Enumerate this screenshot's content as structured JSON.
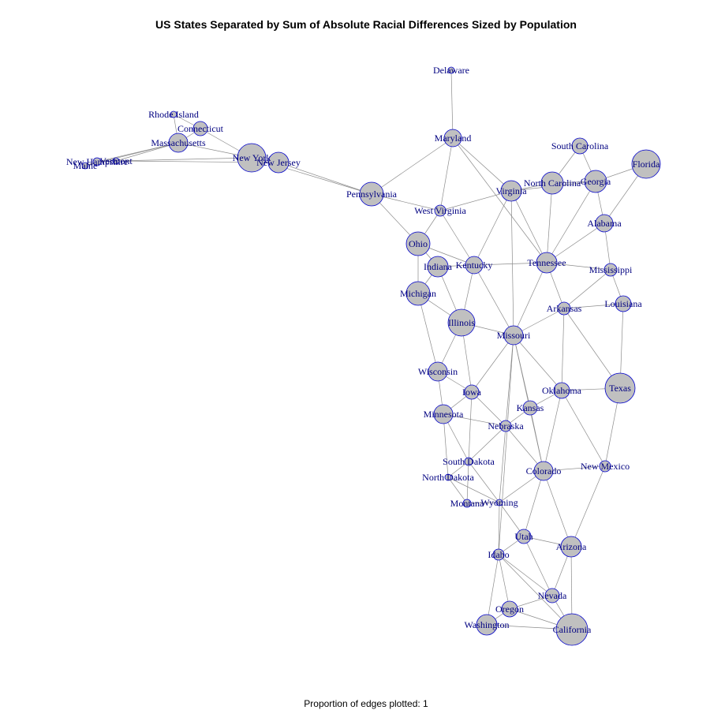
{
  "title": "US States Separated by Sum of Absolute Racial Differences Sized by Population",
  "footer": "Proportion of edges plotted:  1",
  "colors": {
    "node_fill": "#c0c0c0",
    "node_stroke": "#0000cc",
    "label": "#000080",
    "edge": "#8c8c8c"
  },
  "nodes": [
    {
      "id": "Delaware",
      "label": "Delaware"
    },
    {
      "id": "Rhode Island",
      "label": "Rhode Island"
    },
    {
      "id": "Connecticut",
      "label": "Connecticut"
    },
    {
      "id": "Massachusetts",
      "label": "Massachusetts"
    },
    {
      "id": "Maine",
      "label": "Maine"
    },
    {
      "id": "New Hampshire",
      "label": "New Hampshire"
    },
    {
      "id": "Vermont",
      "label": "Vermont"
    },
    {
      "id": "New York",
      "label": "New York"
    },
    {
      "id": "New Jersey",
      "label": "New Jersey"
    },
    {
      "id": "Pennsylvania",
      "label": "Pennsylvania"
    },
    {
      "id": "Maryland",
      "label": "Maryland"
    },
    {
      "id": "West Virginia",
      "label": "West Virginia"
    },
    {
      "id": "Virginia",
      "label": "Virginia"
    },
    {
      "id": "Ohio",
      "label": "Ohio"
    },
    {
      "id": "Indiana",
      "label": "Indiana"
    },
    {
      "id": "Kentucky",
      "label": "Kentucky"
    },
    {
      "id": "Michigan",
      "label": "Michigan"
    },
    {
      "id": "Illinois",
      "label": "Illinois"
    },
    {
      "id": "South Carolina",
      "label": "South Carolina"
    },
    {
      "id": "North Carolina",
      "label": "North Carolina"
    },
    {
      "id": "Georgia",
      "label": "Georgia"
    },
    {
      "id": "Florida",
      "label": "Florida"
    },
    {
      "id": "Alabama",
      "label": "Alabama"
    },
    {
      "id": "Tennessee",
      "label": "Tennessee"
    },
    {
      "id": "Mississippi",
      "label": "Mississippi"
    },
    {
      "id": "Arkansas",
      "label": "Arkansas"
    },
    {
      "id": "Louisiana",
      "label": "Louisiana"
    },
    {
      "id": "Missouri",
      "label": "Missouri"
    },
    {
      "id": "Texas",
      "label": "Texas"
    },
    {
      "id": "Wisconsin",
      "label": "Wisconsin"
    },
    {
      "id": "Iowa",
      "label": "Iowa"
    },
    {
      "id": "Oklahoma",
      "label": "Oklahoma"
    },
    {
      "id": "Minnesota",
      "label": "Minnesota"
    },
    {
      "id": "Kansas",
      "label": "Kansas"
    },
    {
      "id": "Nebraska",
      "label": "Nebraska"
    },
    {
      "id": "South Dakota",
      "label": "South Dakota"
    },
    {
      "id": "North Dakota",
      "label": "North Dakota"
    },
    {
      "id": "Colorado",
      "label": "Colorado"
    },
    {
      "id": "New Mexico",
      "label": "New Mexico"
    },
    {
      "id": "Montana",
      "label": "Montana"
    },
    {
      "id": "Wyoming",
      "label": "Wyoming"
    },
    {
      "id": "Utah",
      "label": "Utah"
    },
    {
      "id": "Idaho",
      "label": "Idaho"
    },
    {
      "id": "Arizona",
      "label": "Arizona"
    },
    {
      "id": "Nevada",
      "label": "Nevada"
    },
    {
      "id": "Oregon",
      "label": "Oregon"
    },
    {
      "id": "Washington",
      "label": "Washington"
    },
    {
      "id": "California",
      "label": "California"
    }
  ],
  "edges": [
    [
      "Delaware",
      "Maryland"
    ],
    [
      "Rhode Island",
      "Massachusetts"
    ],
    [
      "Rhode Island",
      "Connecticut"
    ],
    [
      "Connecticut",
      "Massachusetts"
    ],
    [
      "Connecticut",
      "New York"
    ],
    [
      "Massachusetts",
      "Vermont"
    ],
    [
      "Massachusetts",
      "New Hampshire"
    ],
    [
      "Massachusetts",
      "Maine"
    ],
    [
      "Massachusetts",
      "New York"
    ],
    [
      "Maine",
      "New Hampshire"
    ],
    [
      "New Hampshire",
      "Vermont"
    ],
    [
      "Vermont",
      "New York"
    ],
    [
      "Vermont",
      "New Jersey"
    ],
    [
      "New York",
      "New Jersey"
    ],
    [
      "New York",
      "Pennsylvania"
    ],
    [
      "New Jersey",
      "Pennsylvania"
    ],
    [
      "Pennsylvania",
      "Maryland"
    ],
    [
      "Pennsylvania",
      "West Virginia"
    ],
    [
      "Pennsylvania",
      "Ohio"
    ],
    [
      "Maryland",
      "West Virginia"
    ],
    [
      "Maryland",
      "Virginia"
    ],
    [
      "Maryland",
      "Tennessee"
    ],
    [
      "West Virginia",
      "Virginia"
    ],
    [
      "West Virginia",
      "Ohio"
    ],
    [
      "West Virginia",
      "Kentucky"
    ],
    [
      "Virginia",
      "North Carolina"
    ],
    [
      "Virginia",
      "Tennessee"
    ],
    [
      "Virginia",
      "Kentucky"
    ],
    [
      "Virginia",
      "Georgia"
    ],
    [
      "Virginia",
      "Missouri"
    ],
    [
      "Ohio",
      "Indiana"
    ],
    [
      "Ohio",
      "Michigan"
    ],
    [
      "Ohio",
      "Kentucky"
    ],
    [
      "Indiana",
      "Kentucky"
    ],
    [
      "Indiana",
      "Michigan"
    ],
    [
      "Indiana",
      "Illinois"
    ],
    [
      "Kentucky",
      "Tennessee"
    ],
    [
      "Kentucky",
      "Illinois"
    ],
    [
      "Kentucky",
      "Missouri"
    ],
    [
      "Michigan",
      "Illinois"
    ],
    [
      "Michigan",
      "Wisconsin"
    ],
    [
      "South Carolina",
      "North Carolina"
    ],
    [
      "South Carolina",
      "Georgia"
    ],
    [
      "North Carolina",
      "Georgia"
    ],
    [
      "North Carolina",
      "Tennessee"
    ],
    [
      "Georgia",
      "Florida"
    ],
    [
      "Georgia",
      "Alabama"
    ],
    [
      "Georgia",
      "Tennessee"
    ],
    [
      "Florida",
      "Alabama"
    ],
    [
      "Alabama",
      "Mississippi"
    ],
    [
      "Alabama",
      "Tennessee"
    ],
    [
      "Tennessee",
      "Mississippi"
    ],
    [
      "Tennessee",
      "Arkansas"
    ],
    [
      "Tennessee",
      "Missouri"
    ],
    [
      "Mississippi",
      "Arkansas"
    ],
    [
      "Mississippi",
      "Louisiana"
    ],
    [
      "Arkansas",
      "Louisiana"
    ],
    [
      "Arkansas",
      "Missouri"
    ],
    [
      "Arkansas",
      "Oklahoma"
    ],
    [
      "Arkansas",
      "Texas"
    ],
    [
      "Louisiana",
      "Texas"
    ],
    [
      "Illinois",
      "Missouri"
    ],
    [
      "Illinois",
      "Wisconsin"
    ],
    [
      "Illinois",
      "Iowa"
    ],
    [
      "Missouri",
      "Iowa"
    ],
    [
      "Missouri",
      "Oklahoma"
    ],
    [
      "Missouri",
      "Kansas"
    ],
    [
      "Missouri",
      "Nebraska"
    ],
    [
      "Missouri",
      "Colorado"
    ],
    [
      "Missouri",
      "Idaho"
    ],
    [
      "Wisconsin",
      "Iowa"
    ],
    [
      "Wisconsin",
      "Minnesota"
    ],
    [
      "Iowa",
      "Minnesota"
    ],
    [
      "Iowa",
      "Nebraska"
    ],
    [
      "Iowa",
      "South Dakota"
    ],
    [
      "Oklahoma",
      "Kansas"
    ],
    [
      "Oklahoma",
      "Texas"
    ],
    [
      "Oklahoma",
      "New Mexico"
    ],
    [
      "Oklahoma",
      "Colorado"
    ],
    [
      "Kansas",
      "Nebraska"
    ],
    [
      "Kansas",
      "Colorado"
    ],
    [
      "Minnesota",
      "Nebraska"
    ],
    [
      "Minnesota",
      "South Dakota"
    ],
    [
      "Minnesota",
      "North Dakota"
    ],
    [
      "Nebraska",
      "South Dakota"
    ],
    [
      "Nebraska",
      "Colorado"
    ],
    [
      "Nebraska",
      "Wyoming"
    ],
    [
      "South Dakota",
      "North Dakota"
    ],
    [
      "South Dakota",
      "Montana"
    ],
    [
      "South Dakota",
      "Wyoming"
    ],
    [
      "North Dakota",
      "Montana"
    ],
    [
      "North Dakota",
      "Wyoming"
    ],
    [
      "Texas",
      "New Mexico"
    ],
    [
      "Colorado",
      "New Mexico"
    ],
    [
      "Colorado",
      "Wyoming"
    ],
    [
      "Colorado",
      "Utah"
    ],
    [
      "Colorado",
      "Arizona"
    ],
    [
      "New Mexico",
      "Arizona"
    ],
    [
      "Montana",
      "Wyoming"
    ],
    [
      "Wyoming",
      "Utah"
    ],
    [
      "Wyoming",
      "Idaho"
    ],
    [
      "Utah",
      "Idaho"
    ],
    [
      "Utah",
      "Arizona"
    ],
    [
      "Utah",
      "Nevada"
    ],
    [
      "Idaho",
      "Oregon"
    ],
    [
      "Idaho",
      "Washington"
    ],
    [
      "Idaho",
      "Nevada"
    ],
    [
      "Idaho",
      "California"
    ],
    [
      "Arizona",
      "Nevada"
    ],
    [
      "Arizona",
      "California"
    ],
    [
      "Nevada",
      "Oregon"
    ],
    [
      "Nevada",
      "California"
    ],
    [
      "Oregon",
      "Washington"
    ],
    [
      "Oregon",
      "California"
    ],
    [
      "Washington",
      "California"
    ]
  ]
}
